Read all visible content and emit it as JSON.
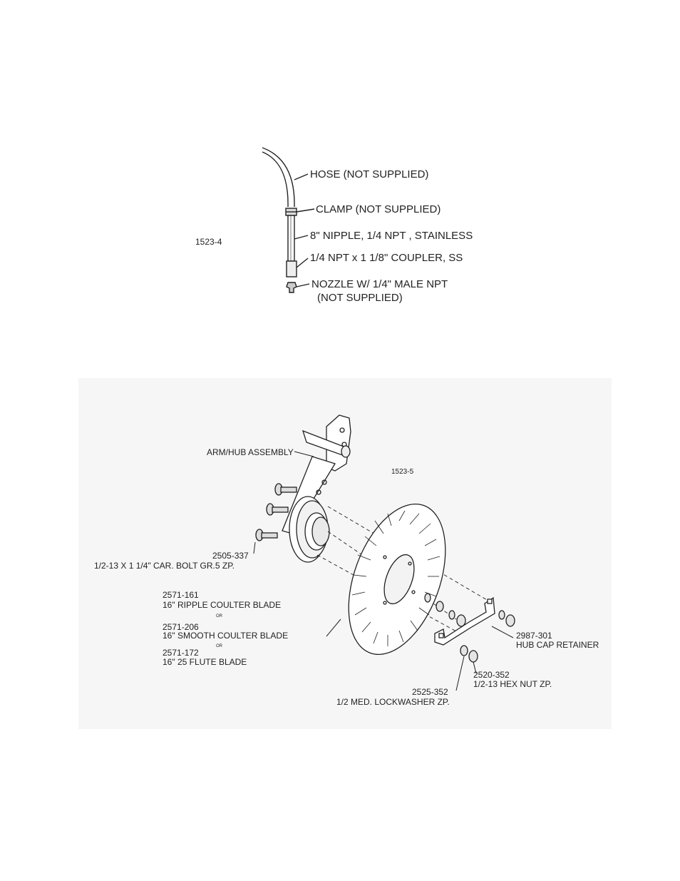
{
  "figure_top": {
    "id": "1523-4",
    "labels": {
      "hose": "HOSE (NOT SUPPLIED)",
      "clamp": "CLAMP (NOT SUPPLIED)",
      "nipple": "8\" NIPPLE, 1/4 NPT , STAINLESS",
      "coupler": "1/4 NPT x 1 1/8\" COUPLER, SS",
      "nozzle_line1": "NOZZLE W/ 1/4\" MALE NPT",
      "nozzle_line2": "(NOT SUPPLIED)"
    }
  },
  "figure_bottom": {
    "id": "1523-5",
    "labels": {
      "arm_hub": "ARM/HUB ASSEMBLY",
      "bolt_part": "2505-337",
      "bolt_desc": "1/2-13 X 1 1/4\" CAR. BOLT GR.5 ZP.",
      "blade1_part": "2571-161",
      "blade1_desc": "16\" RIPPLE COULTER BLADE",
      "or1": "OR",
      "blade2_part": "2571-206",
      "blade2_desc": "16\" SMOOTH COULTER BLADE",
      "or2": "OR",
      "blade3_part": "2571-172",
      "blade3_desc": "16\" 25 FLUTE BLADE",
      "retainer_part": "2987-301",
      "retainer_desc": "HUB CAP RETAINER",
      "nut_part": "2520-352",
      "nut_desc": "1/2-13 HEX NUT ZP.",
      "washer_part": "2525-352",
      "washer_desc": "1/2 MED. LOCKWASHER ZP."
    }
  }
}
